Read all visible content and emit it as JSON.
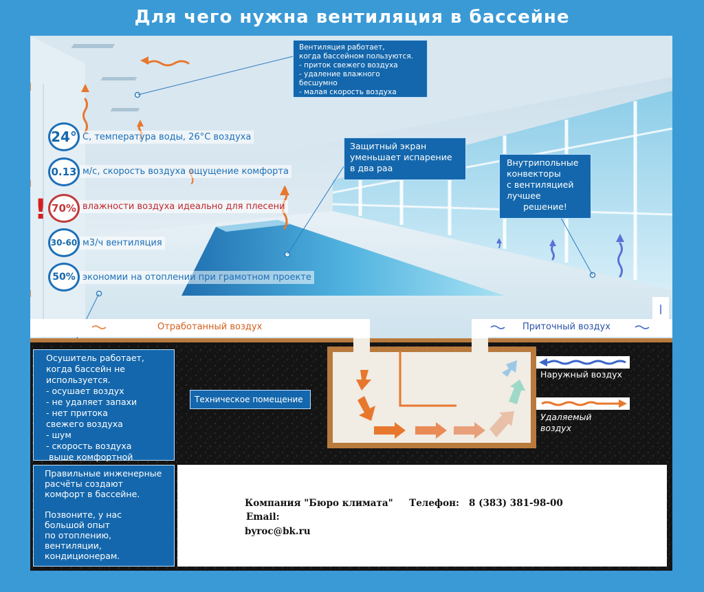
{
  "title": "Для чего нужна вентиляция в бассейне",
  "colors": {
    "background": "#3a9ad6",
    "callout": "#1467ac",
    "exhaust": "#e8772e",
    "supply": "#3b67c8",
    "warning": "#d41f1f",
    "duct": "#b87a3d"
  },
  "stats": [
    {
      "value": "24°",
      "text": "С, температура воды, 26°С воздуха",
      "warning": false
    },
    {
      "value": "0.13",
      "text": "м/с, скорость воздуха ощущение комфорта",
      "warning": false
    },
    {
      "value": "70%",
      "text": "влажности воздуха идеально для плесени",
      "warning": true
    },
    {
      "value": "30-60",
      "text": "м3/ч вентиляция",
      "warning": false
    },
    {
      "value": "50%",
      "text": "экономии на отоплении при грамотном проекте",
      "warning": false
    }
  ],
  "warning_mark": "!",
  "callouts": {
    "ventilation": {
      "lines": [
        "Вентиляция работает,",
        "когда бассейном пользуются.",
        "- приток свежего воздуха",
        "- удаление влажного",
        "бесшумно",
        "- малая скорость воздуха"
      ]
    },
    "screen": {
      "lines": [
        "Защитный экран",
        "уменьшает испарение",
        "в два раа"
      ]
    },
    "convectors": {
      "lines": [
        "Внутрипольные",
        "конвекторы",
        "с вентиляцией",
        "лучшее",
        "решение!"
      ]
    },
    "tech_room": "Техническое помещение",
    "dehumidifier": {
      "lines": [
        "Осушитель работает,",
        "когда бассейн не",
        "используется.",
        "- осушает воздух",
        "- не удаляет запахи",
        "- нет притока",
        "свежего воздуха",
        "- шум",
        "- скорость воздуха",
        " выше комфортной"
      ]
    },
    "engineering": {
      "lines": [
        "Правильные инженерные",
        "расчёты создают",
        "комфорт в бассейне.",
        "",
        "Позвоните, у нас",
        "большой опыт",
        "по отоплению,",
        "вентиляции,",
        "кондиционерам."
      ]
    }
  },
  "labels": {
    "exhaust_air": "Отработанный воздух",
    "supply_air": "Приточный воздух",
    "outdoor_air": "Наружный воздух",
    "removed_air": "Удаляемый воздух"
  },
  "contact": {
    "line1": "Компания \"Бюро климата\"     Телефон:   8 (383) 381-98-00",
    "line2": "Email:",
    "line3": "byroc@bk.ru"
  }
}
